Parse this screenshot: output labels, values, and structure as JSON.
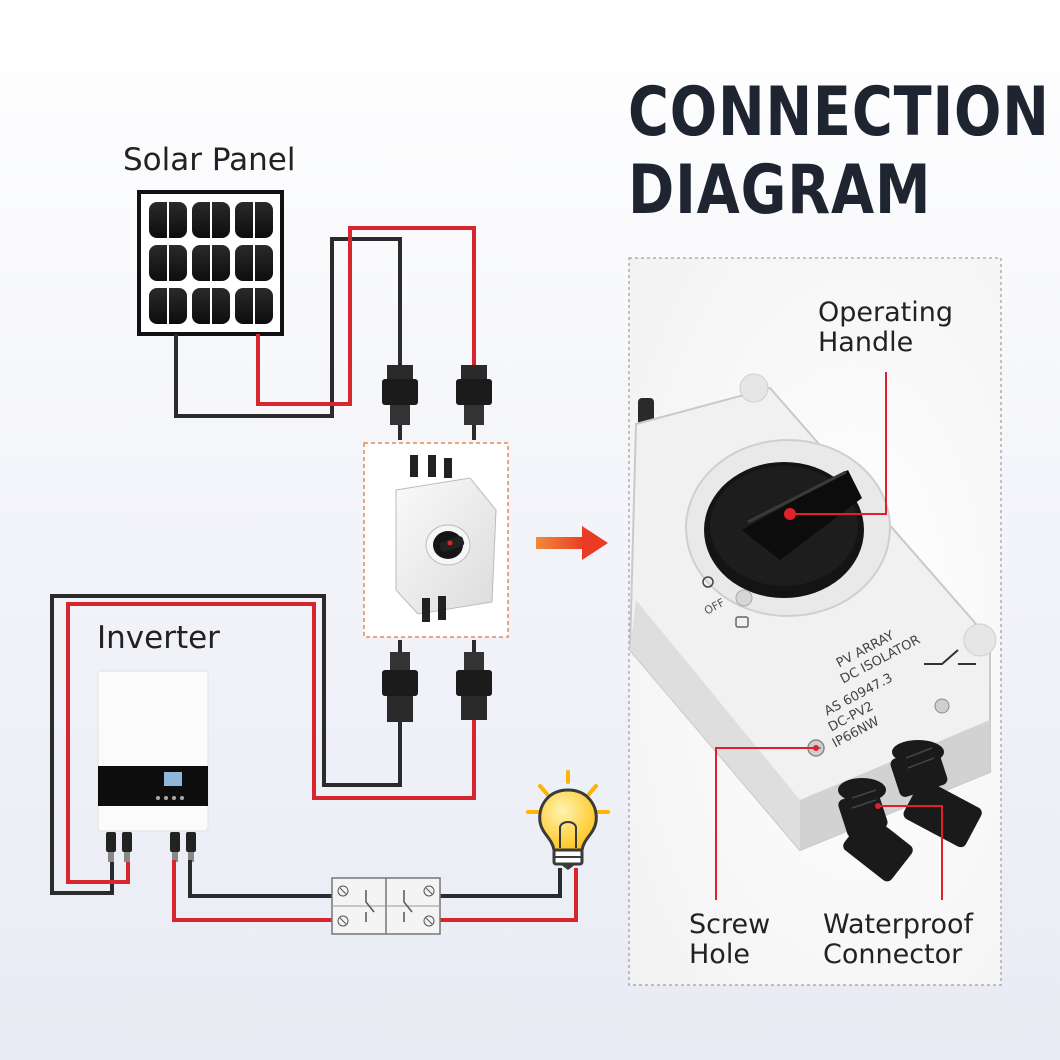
{
  "title": {
    "line1": "CONNECTION",
    "line2": "DIAGRAM"
  },
  "labels": {
    "solar_panel": "Solar Panel",
    "inverter": "Inverter",
    "operating_handle_1": "Operating",
    "operating_handle_2": "Handle",
    "screw_hole_1": "Screw",
    "screw_hole_2": "Hole",
    "waterproof_connector_1": "Waterproof",
    "waterproof_connector_2": "Connector"
  },
  "isolator_print": {
    "line1": "PV ARRAY",
    "line2": "DC ISOLATOR",
    "line3": "AS 60947.3",
    "line4": "DC-PV2",
    "line5": "IP66NW",
    "off": "OFF"
  },
  "colors": {
    "title": "#1f2530",
    "wire_positive": "#d7262e",
    "wire_negative": "#2b2b2b",
    "dashed_frame": "#e58a55",
    "arrow": "#ee4d2a",
    "callout_dot": "#e0202a",
    "bulb": "#ffcf2e"
  }
}
